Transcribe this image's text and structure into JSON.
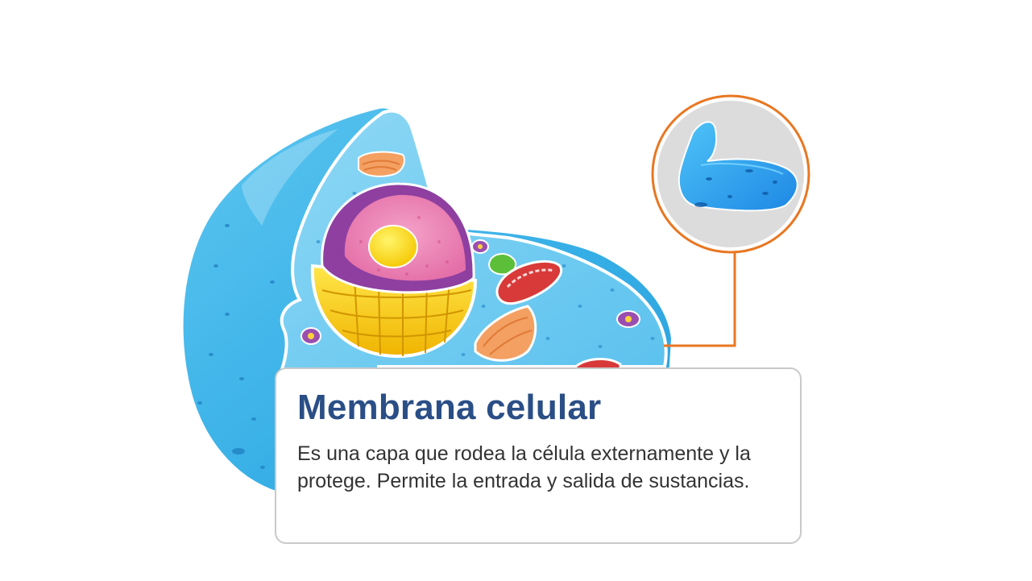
{
  "colors": {
    "accent": "#e87722",
    "title": "#2a4e86",
    "cell_blue": "#3fb4e8",
    "card_border": "#c9c9c9"
  },
  "illustration": {
    "subject": "animal-cell",
    "zoom_subject": "cell-membrane"
  },
  "info_card": {
    "title": "Membrana celular",
    "description": "Es una capa que rodea la célula externamente y la protege. Permite la entrada y salida de sustancias."
  }
}
